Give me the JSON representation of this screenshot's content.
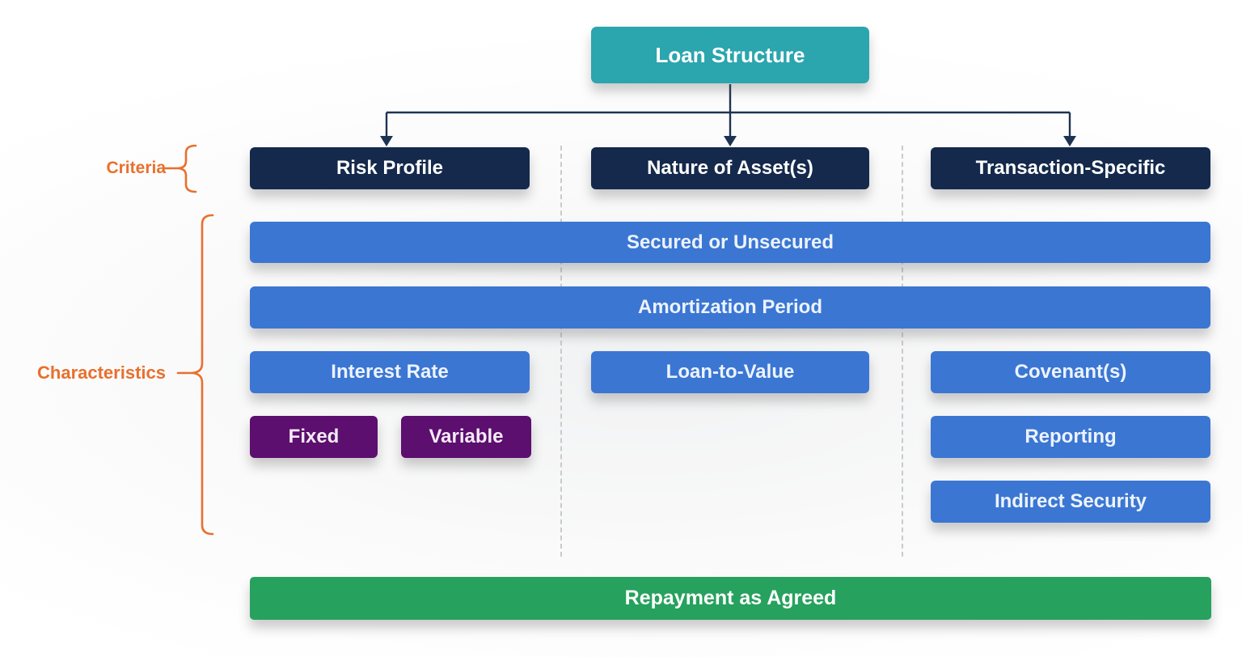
{
  "title_box": {
    "label": "Loan Structure"
  },
  "group_labels": {
    "criteria": "Criteria",
    "characteristics": "Characteristics"
  },
  "criteria_boxes": [
    {
      "label": "Risk Profile"
    },
    {
      "label": "Nature of Asset(s)"
    },
    {
      "label": "Transaction-Specific"
    }
  ],
  "shared_characteristics": [
    {
      "label": "Secured or Unsecured"
    },
    {
      "label": "Amortization Period"
    }
  ],
  "column_characteristics": {
    "risk_profile": {
      "interest_rate": "Interest Rate",
      "fixed": "Fixed",
      "variable": "Variable"
    },
    "nature_of_assets": {
      "loan_to_value": "Loan-to-Value"
    },
    "transaction_specific": {
      "covenants": "Covenant(s)",
      "reporting": "Reporting",
      "indirect_security": "Indirect Security"
    }
  },
  "footer_bar": {
    "label": "Repayment as Agreed"
  },
  "colors": {
    "teal": "#2BA5AE",
    "navy": "#14294B",
    "blue": "#3B76D3",
    "purple": "#5C0F6E",
    "green": "#27A15E",
    "orange": "#E8702D",
    "connector": "#1E3354"
  }
}
